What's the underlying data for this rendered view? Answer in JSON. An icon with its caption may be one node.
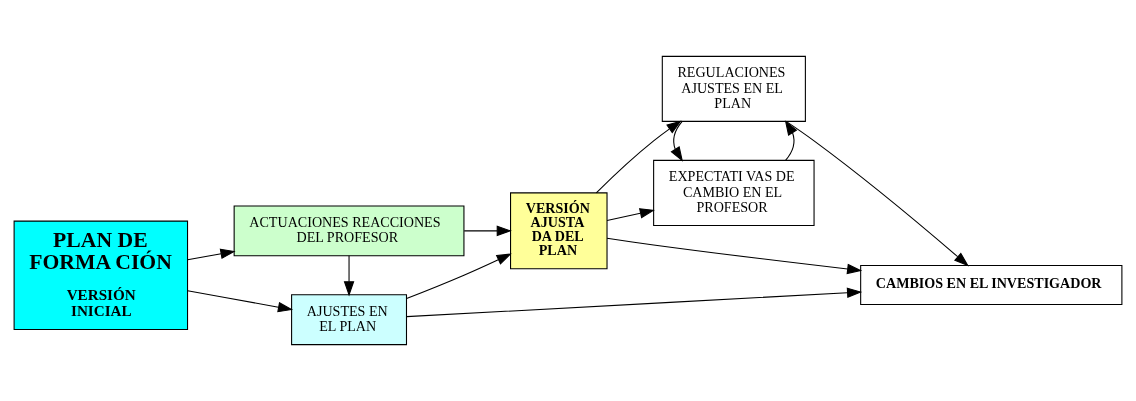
{
  "diagram": {
    "nodes": [
      {
        "text": [
          "PLAN DE FORMA CIÓN",
          "VERSIÓN INICIAL"
        ]
      },
      {
        "text": [
          "ACTUACIONES REACCIONES DEL PROFESOR"
        ]
      },
      {
        "text": [
          "AJUSTES EN EL PLAN"
        ]
      },
      {
        "text": [
          "VERSIÓN AJUSTA DA DEL PLAN"
        ]
      },
      {
        "text": [
          "EXPECTATI VAS DE CAMBIO EN EL PROFESOR"
        ]
      },
      {
        "text": [
          "REGULACIONES AJUSTES EN EL PLAN"
        ]
      },
      {
        "text": [
          "CAMBIOS EN EL INVESTIGADOR"
        ]
      }
    ],
    "edges": [
      {
        "from": 0,
        "to": 1,
        "arrow": "to"
      },
      {
        "from": 0,
        "to": 2,
        "arrow": "to"
      },
      {
        "from": 1,
        "to": 2,
        "arrow": "to"
      },
      {
        "from": 1,
        "to": 3,
        "arrow": "to"
      },
      {
        "from": 2,
        "to": 3,
        "arrow": "to"
      },
      {
        "from": 3,
        "to": 4,
        "arrow": "to"
      },
      {
        "from": 3,
        "to": 5,
        "arrow": "to"
      },
      {
        "from": 4,
        "to": 5,
        "arrow": "to"
      },
      {
        "from": 5,
        "to": 4,
        "arrow": "to"
      },
      {
        "from": 2,
        "to": 6,
        "arrow": "to"
      },
      {
        "from": 3,
        "to": 6,
        "arrow": "to"
      },
      {
        "from": 5,
        "to": 6,
        "arrow": "to"
      }
    ]
  }
}
